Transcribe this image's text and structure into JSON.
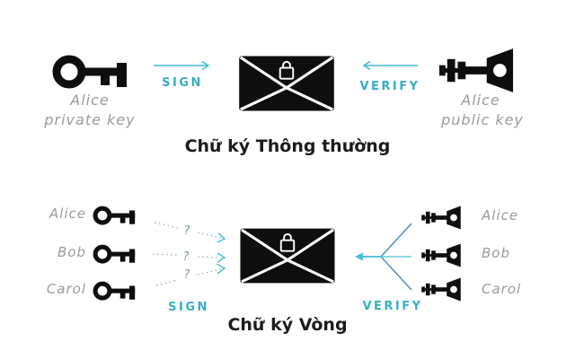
{
  "colors": {
    "ink_black": "#0e0e0e",
    "accent_cyan": "#41b9ce",
    "accent_blue": "#4d94c7",
    "label_gray": "#9b9b9b",
    "question_gray": "#7f9ba4"
  },
  "normal_signature": {
    "title": "Chữ ký Thông thường",
    "signer": {
      "name": "Alice",
      "key_type": "private key"
    },
    "sign_label": "SIGN",
    "verify_label": "VERIFY",
    "verifier": {
      "name": "Alice",
      "key_type": "public key"
    }
  },
  "ring_signature": {
    "title": "Chữ ký Vòng",
    "signers": [
      "Alice",
      "Bob",
      "Carol"
    ],
    "verifiers": [
      "Alice",
      "Bob",
      "Carol"
    ],
    "question_mark": "?",
    "sign_label": "SIGN",
    "verify_label": "VERIFY"
  },
  "icons": {
    "classic-key-icon": "old-fashioned key silhouette (ring left, teeth right)",
    "modern-key-icon": "flat key silhouette pointing left with round hole",
    "envelope-icon": "black sealed envelope with white seams",
    "padlock-icon": "white padlock outline on envelope",
    "sign-arrow-icon": "thin cyan right arrow",
    "verify-arrow-icon": "thin cyan left arrow",
    "dotted-question-arrows-icon": "three dotted cyan arrows each interrupted by a question mark",
    "converging-arrows-icon": "three lines converging into one left-pointing cyan arrow"
  }
}
